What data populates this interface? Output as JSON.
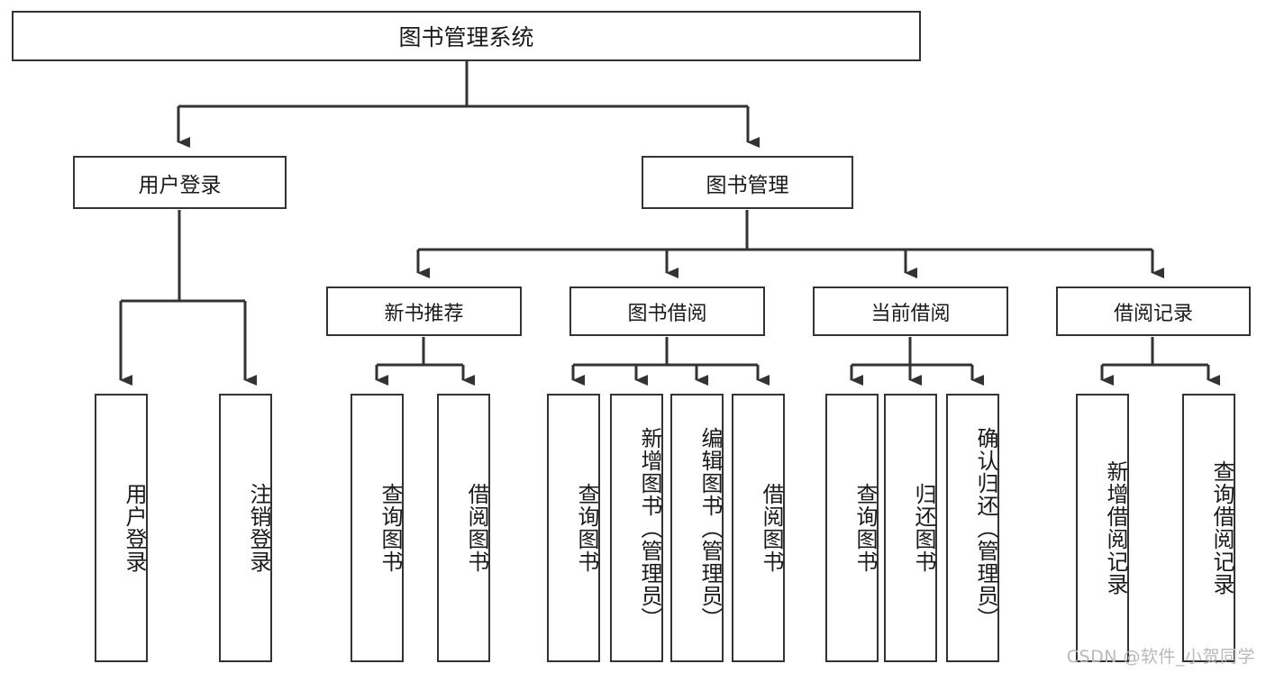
{
  "diagram": {
    "type": "tree",
    "title": "图书管理系统",
    "watermark": "CSDN @软件_小贺同学",
    "colors": {
      "background": "#ffffff",
      "node_border": "#333333",
      "node_fill": "#ffffff",
      "connector": "#333333",
      "text": "#1a1a1a",
      "watermark": "#b9b9b9"
    },
    "nodes": {
      "root": {
        "label": "图书管理系统"
      },
      "level1": [
        {
          "label": "用户登录"
        },
        {
          "label": "图书管理"
        }
      ],
      "level2": [
        {
          "label": "新书推荐"
        },
        {
          "label": "图书借阅"
        },
        {
          "label": "当前借阅"
        },
        {
          "label": "借阅记录"
        }
      ],
      "leaves": {
        "user_login": [
          {
            "label": "用户登录"
          },
          {
            "label": "注销登录"
          }
        ],
        "new_book_recommend": [
          {
            "label": "查询图书"
          },
          {
            "label": "借阅图书"
          }
        ],
        "book_borrow": [
          {
            "label": "查询图书"
          },
          {
            "label": "新增图书（管理员）"
          },
          {
            "label": "编辑图书（管理员）"
          },
          {
            "label": "借阅图书"
          }
        ],
        "current_borrow": [
          {
            "label": "查询图书"
          },
          {
            "label": "归还图书"
          },
          {
            "label": "确认归还（管理员）"
          }
        ],
        "borrow_record": [
          {
            "label": "新增借阅记录"
          },
          {
            "label": "查询借阅记录"
          }
        ]
      }
    }
  }
}
